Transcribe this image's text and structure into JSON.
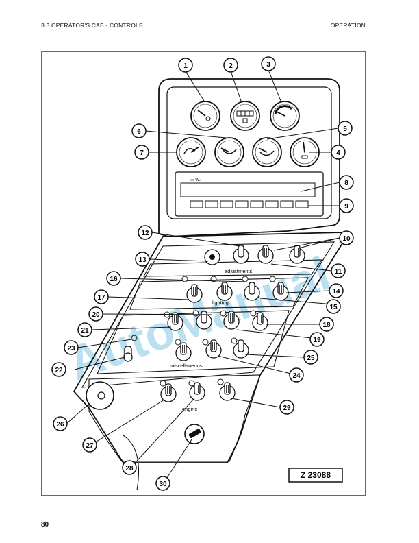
{
  "header": {
    "section": "3.3 OPERATOR'S CAB - CONTROLS",
    "chapter": "OPERATION"
  },
  "page_number": "80",
  "figure": {
    "id": "Z 23088",
    "panel_labels": {
      "adjustments": "adjustments",
      "lighting": "lighting",
      "miscellaneous": "miscellaneous",
      "engine": "engine"
    },
    "watermark": "AutoManual",
    "callouts": [
      "1",
      "2",
      "3",
      "4",
      "5",
      "6",
      "7",
      "8",
      "9",
      "10",
      "11",
      "12",
      "13",
      "14",
      "15",
      "16",
      "17",
      "18",
      "19",
      "20",
      "21",
      "22",
      "23",
      "24",
      "25",
      "26",
      "27",
      "28",
      "29",
      "30"
    ]
  }
}
